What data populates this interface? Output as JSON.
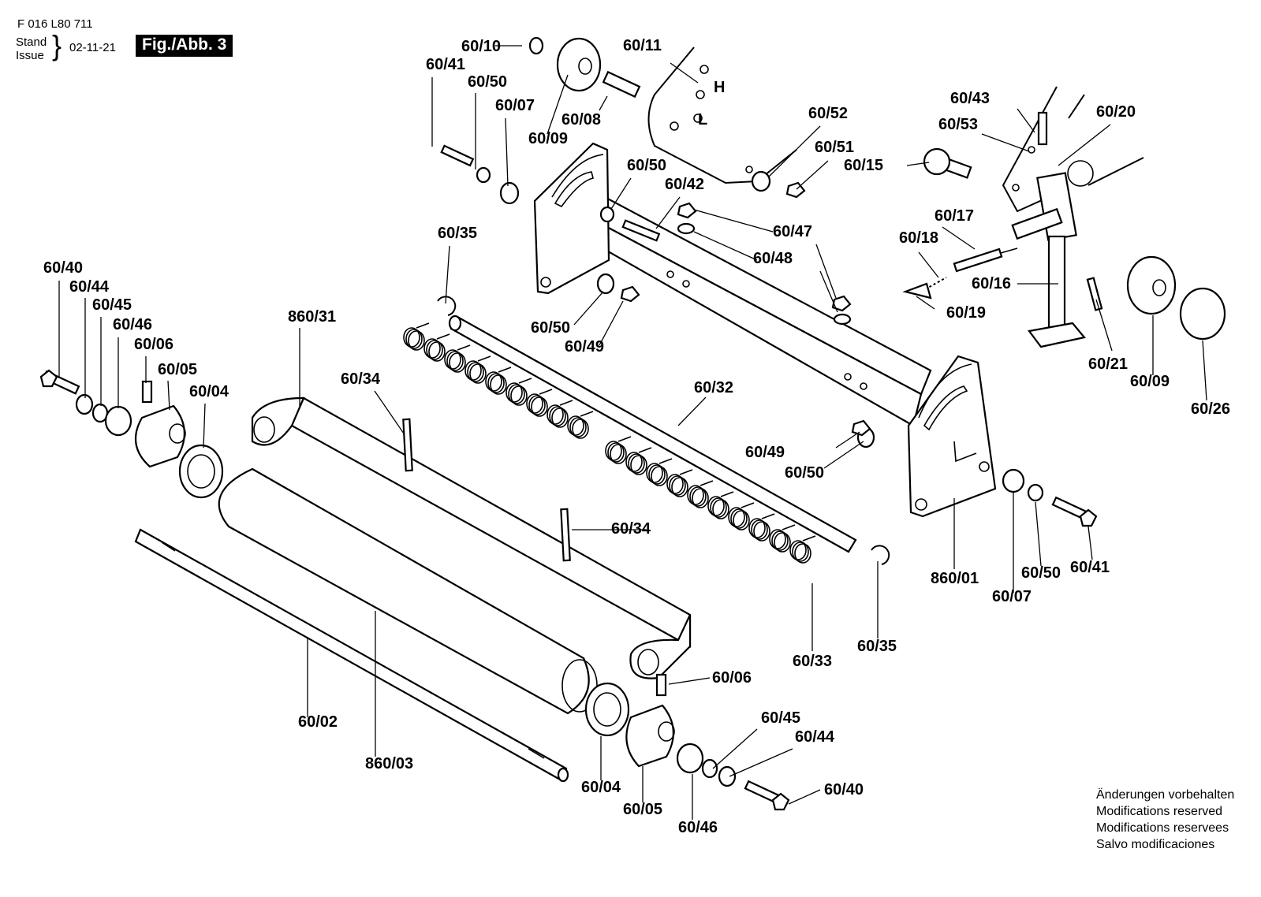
{
  "header": {
    "doc_number": "F 016 L80 711",
    "stand": "Stand",
    "issue": "Issue",
    "date": "02-11-21",
    "figure": "Fig./Abb. 3"
  },
  "footer_notes": [
    "Änderungen vorbehalten",
    "Modifications reserved",
    "Modifications reservees",
    "Salvo modificaciones"
  ],
  "part_labels": {
    "p60_10": "60/10",
    "p60_41a": "60/41",
    "p60_50a": "60/50",
    "p60_07a": "60/07",
    "p60_09a": "60/09",
    "p60_08": "60/08",
    "p60_11": "60/11",
    "p60_43": "60/43",
    "p60_20": "60/20",
    "p60_53": "60/53",
    "p60_52": "60/52",
    "p60_51": "60/51",
    "p60_15": "60/15",
    "p60_50b": "60/50",
    "p60_42": "60/42",
    "p60_47": "60/47",
    "p60_48": "60/48",
    "p60_17": "60/17",
    "p60_18": "60/18",
    "p60_16": "60/16",
    "p60_19": "60/19",
    "p60_35a": "60/35",
    "p60_50c": "60/50",
    "p60_49a": "60/49",
    "p60_40a": "60/40",
    "p60_44a": "60/44",
    "p60_45a": "60/45",
    "p60_46a": "60/46",
    "p60_06a": "60/06",
    "p60_05a": "60/05",
    "p60_04a": "60/04",
    "p860_31": "860/31",
    "p60_34a": "60/34",
    "p60_32": "60/32",
    "p60_21": "60/21",
    "p60_09b": "60/09",
    "p60_26": "60/26",
    "p60_49b": "60/49",
    "p60_50d": "60/50",
    "p60_34b": "60/34",
    "p860_01": "860/01",
    "p60_07b": "60/07",
    "p60_50e": "60/50",
    "p60_41b": "60/41",
    "p60_33": "60/33",
    "p60_35b": "60/35",
    "p60_06b": "60/06",
    "p60_02": "60/02",
    "p860_03": "860/03",
    "p60_45b": "60/45",
    "p60_44b": "60/44",
    "p60_04b": "60/04",
    "p60_05b": "60/05",
    "p60_46b": "60/46",
    "p60_40b": "60/40"
  }
}
